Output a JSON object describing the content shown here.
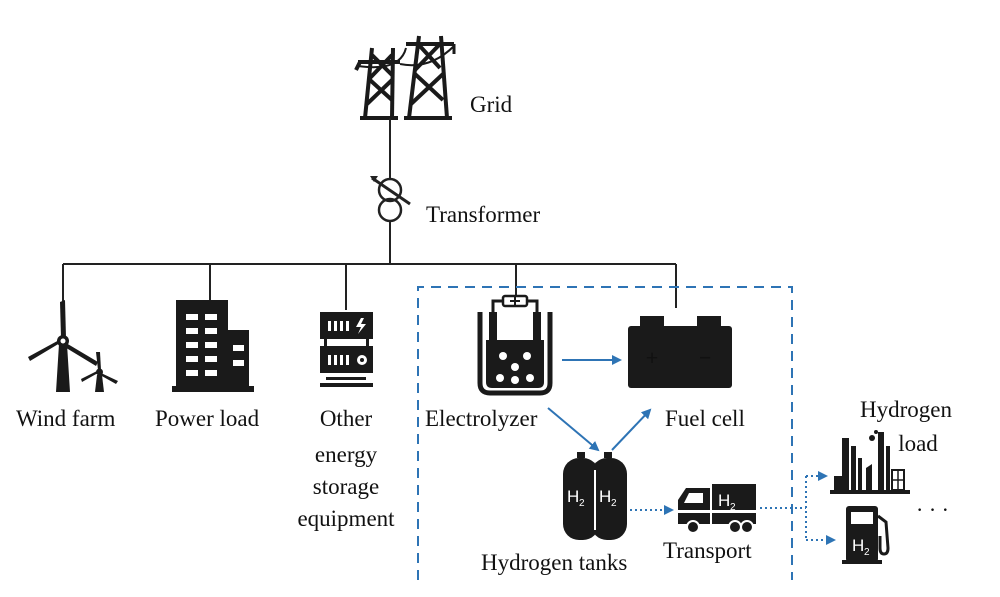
{
  "nodes": {
    "grid": "Grid",
    "transformer": "Transformer",
    "wind_farm": "Wind farm",
    "power_load": "Power load",
    "other_storage": [
      "Other",
      "energy",
      "storage",
      "equipment"
    ],
    "electrolyzer": "Electrolyzer",
    "fuel_cell": "Fuel cell",
    "hydrogen_tanks": "Hydrogen tanks",
    "transport": "Transport",
    "hydrogen_load": [
      "Hydrogen",
      "load"
    ],
    "ellipsis": "· · ·"
  },
  "icon_text": {
    "h2": "H",
    "h2_sub": "2",
    "plus": "+",
    "minus": "−"
  },
  "icons": [
    "transmission-tower-icon",
    "transformer-icon",
    "wind-turbine-icon",
    "building-icon",
    "energy-storage-icon",
    "electrolyzer-icon",
    "battery-icon",
    "hydrogen-tank-icon",
    "truck-icon",
    "factory-icon",
    "fuel-pump-icon"
  ],
  "colors": {
    "flow_arrow": "#2e74b5",
    "dashed_box": "#2e74b5",
    "lines": "#222222",
    "icons": "#1a1a1a"
  }
}
